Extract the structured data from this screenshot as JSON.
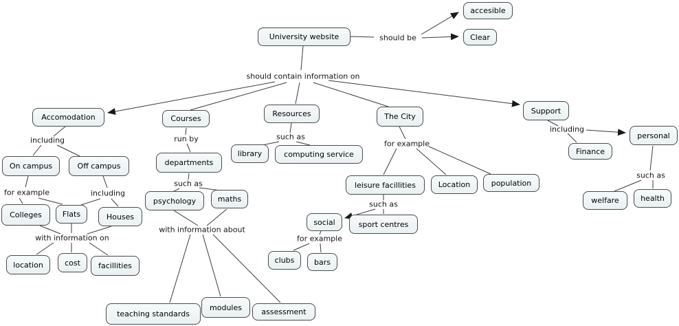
{
  "colors": {
    "background": "#ffffff",
    "node_fill": "#eaf1f2",
    "node_border": "#4a4a4a",
    "line": "#3a3a3a",
    "text": "#000000"
  },
  "nodes": {
    "university_website": "University website",
    "accesible": "accesible",
    "clear": "Clear",
    "accomodation": "Accomodation",
    "courses": "Courses",
    "resources": "Resources",
    "the_city": "The City",
    "support": "Support",
    "on_campus": "On campus",
    "off_campus": "Off campus",
    "colleges": "Colleges",
    "flats": "Flats",
    "houses": "Houses",
    "location_info": "location",
    "cost": "cost",
    "facillities": "facillities",
    "departments": "departments",
    "psychology": "psychology",
    "maths": "maths",
    "library": "library",
    "computing_service": "computing service",
    "leisure_facillities": "leisure facillities",
    "location_city": "Location",
    "population": "population",
    "social": "social",
    "sport_centres": "sport centres",
    "clubs": "clubs",
    "bars": "bars",
    "finance": "Finance",
    "personal": "personal",
    "welfare": "welfare",
    "health": "health",
    "teaching_standards": "teaching standards",
    "modules": "modules",
    "assessment": "assessment"
  },
  "links": [
    {
      "from": [
        "University website"
      ],
      "label": "should be",
      "to": [
        "accesible",
        "Clear"
      ],
      "arrow_targets": [
        "accesible",
        "Clear"
      ]
    },
    {
      "from": [
        "University website"
      ],
      "label": "should contain information on",
      "to": [
        "Accomodation",
        "Courses",
        "Resources",
        "The City",
        "Support"
      ],
      "arrow_targets": [
        "Accomodation",
        "Support"
      ]
    },
    {
      "from": [
        "Accomodation"
      ],
      "label": "including",
      "to": [
        "On campus",
        "Off campus"
      ],
      "arrow_targets": []
    },
    {
      "from": [
        "On campus"
      ],
      "label": "for example",
      "to": [
        "Colleges",
        "Flats"
      ],
      "arrow_targets": []
    },
    {
      "from": [
        "Off campus"
      ],
      "label": "including",
      "to": [
        "Flats",
        "Houses"
      ],
      "arrow_targets": []
    },
    {
      "from": [
        "Colleges",
        "Flats",
        "Houses"
      ],
      "label": "with information on",
      "to": [
        "location",
        "cost",
        "facillities"
      ],
      "arrow_targets": []
    },
    {
      "from": [
        "Courses"
      ],
      "label": "run by",
      "to": [
        "departments"
      ],
      "arrow_targets": []
    },
    {
      "from": [
        "departments"
      ],
      "label": "such as",
      "to": [
        "psychology",
        "maths"
      ],
      "arrow_targets": []
    },
    {
      "from": [
        "psychology",
        "maths"
      ],
      "label": "with information about",
      "to": [
        "teaching standards",
        "modules",
        "assessment"
      ],
      "arrow_targets": []
    },
    {
      "from": [
        "Resources"
      ],
      "label": "such as",
      "to": [
        "library",
        "computing service"
      ],
      "arrow_targets": []
    },
    {
      "from": [
        "The City"
      ],
      "label": "for example",
      "to": [
        "leisure facillities",
        "Location",
        "population"
      ],
      "arrow_targets": []
    },
    {
      "from": [
        "leisure facillities"
      ],
      "label": "such as",
      "to": [
        "social",
        "sport centres"
      ],
      "arrow_targets": [
        "social"
      ]
    },
    {
      "from": [
        "social"
      ],
      "label": "for example",
      "to": [
        "clubs",
        "bars"
      ],
      "arrow_targets": []
    },
    {
      "from": [
        "Support"
      ],
      "label": "including",
      "to": [
        "Finance",
        "personal"
      ],
      "arrow_targets": [
        "personal"
      ]
    },
    {
      "from": [
        "personal"
      ],
      "label": "such as",
      "to": [
        "welfare",
        "health"
      ],
      "arrow_targets": []
    }
  ]
}
